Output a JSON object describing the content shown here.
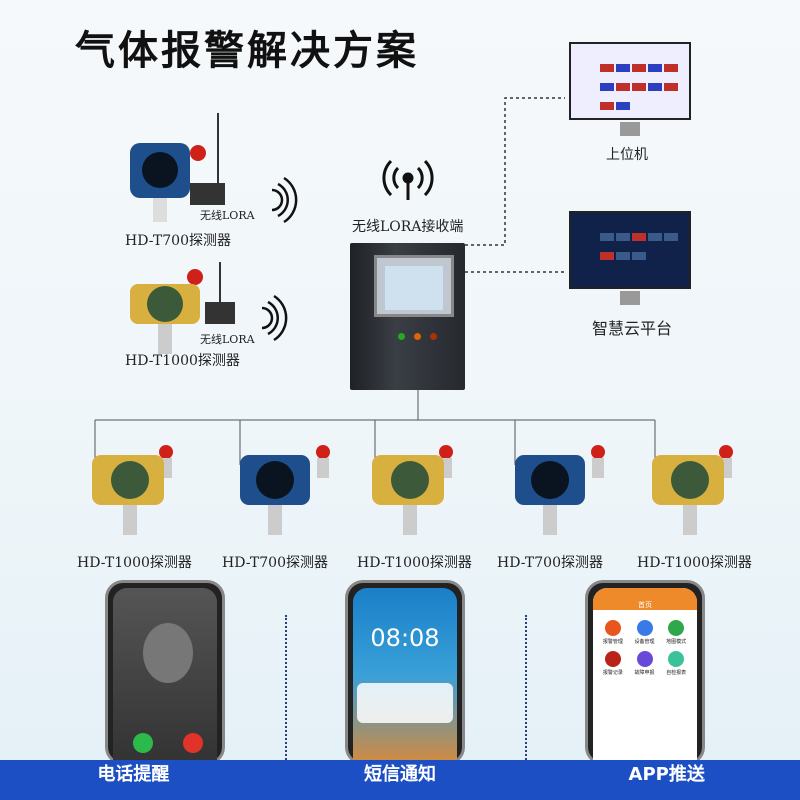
{
  "title": "气体报警解决方案",
  "receiver": {
    "label": "无线LORA接收端",
    "icon": "wireless-signal-icon"
  },
  "monitors": [
    {
      "label": "上位机"
    },
    {
      "label": "智慧云平台"
    }
  ],
  "wireless_detectors": [
    {
      "model": "HD-T700探测器",
      "lora": "无线LORA"
    },
    {
      "model": "HD-T1000探测器",
      "lora": "无线LORA"
    }
  ],
  "wired_detectors": [
    "HD-T1000探测器",
    "HD-T700探测器",
    "HD-T1000探测器",
    "HD-T700探测器",
    "HD-T1000探测器"
  ],
  "phones": {
    "sms_time": "08:08",
    "app_header": "首页",
    "app_icons": [
      "报警管理",
      "设备管理",
      "地图模式",
      "报警记录",
      "故障申报",
      "自检报表"
    ]
  },
  "bottom_bar": [
    "电话提醒",
    "短信通知",
    "APP推送"
  ],
  "colors": {
    "bar": "#1d4fc4",
    "t700": "#1f4e8c",
    "t1000": "#3c5a3a",
    "alarm_light": "#d0201a"
  }
}
